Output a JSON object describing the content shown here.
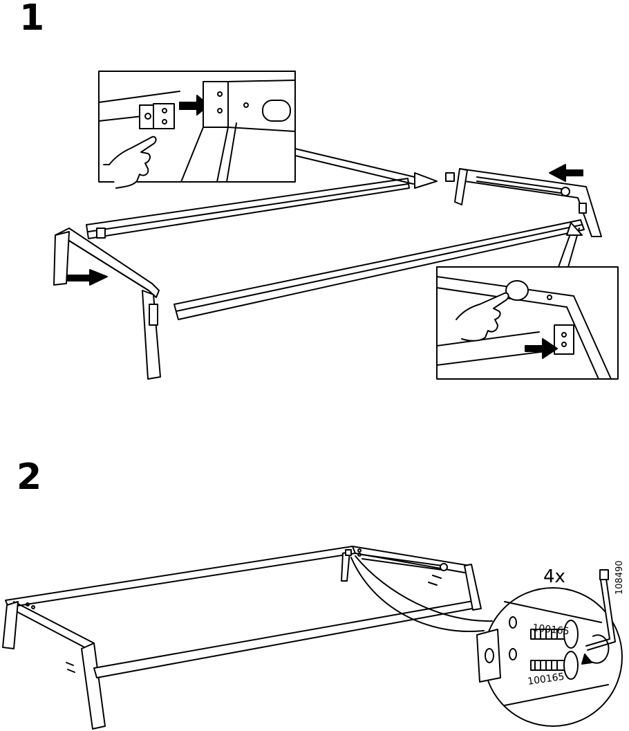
{
  "steps": [
    {
      "number": "1"
    },
    {
      "number": "2"
    }
  ],
  "step2": {
    "quantity": "4x",
    "bolt_part_upper": "100165",
    "bolt_part_lower": "100165",
    "tool_part": "108490"
  },
  "icons": [
    "hand-icon",
    "push-arrow-icon",
    "bolt-icon",
    "allen-key-icon",
    "rotate-arrow-icon"
  ]
}
